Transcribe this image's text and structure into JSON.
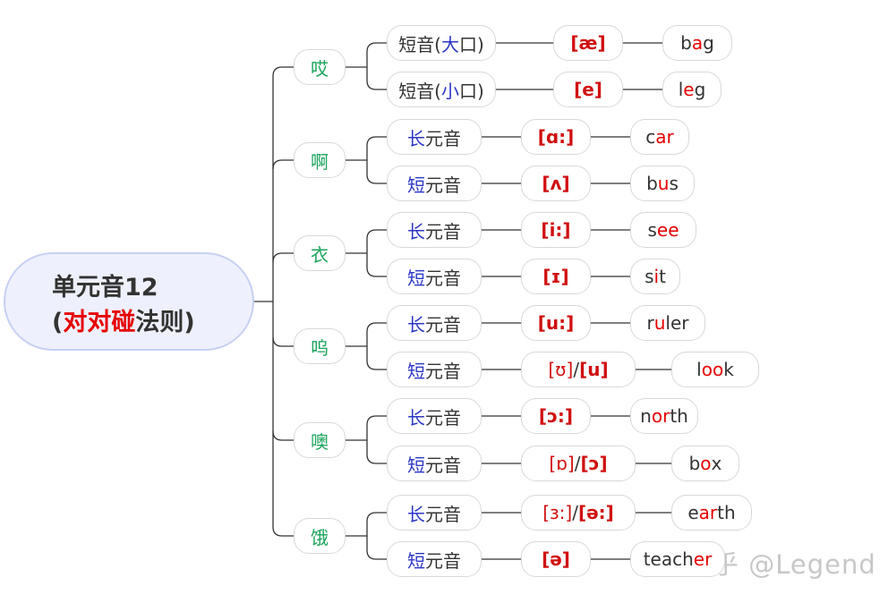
{
  "root": {
    "line1": "单元音12",
    "paren_open": "(",
    "highlight": "对对碰",
    "suffix": "法则)"
  },
  "categories": [
    {
      "name": "哎",
      "rows": [
        {
          "type_pre": "短音(",
          "type_color": "大",
          "type_post": "口)",
          "phon": [
            {
              "t": "[æ]",
              "b": true
            }
          ],
          "word": [
            {
              "t": "b"
            },
            {
              "t": "a",
              "r": true
            },
            {
              "t": "g"
            }
          ]
        },
        {
          "type_pre": "短音(",
          "type_color": "小",
          "type_post": "口)",
          "phon": [
            {
              "t": "[e]",
              "b": true
            }
          ],
          "word": [
            {
              "t": "l"
            },
            {
              "t": "e",
              "r": true
            },
            {
              "t": "g"
            }
          ]
        }
      ]
    },
    {
      "name": "啊",
      "rows": [
        {
          "type_pre": "",
          "type_color": "长",
          "type_post": "元音",
          "phon": [
            {
              "t": "[ɑ:]",
              "b": true
            }
          ],
          "word": [
            {
              "t": "c"
            },
            {
              "t": "ar",
              "r": true
            }
          ]
        },
        {
          "type_pre": "",
          "type_color": "短",
          "type_post": "元音",
          "phon": [
            {
              "t": "[ʌ]",
              "b": true
            }
          ],
          "word": [
            {
              "t": "b"
            },
            {
              "t": "u",
              "r": true
            },
            {
              "t": "s"
            }
          ]
        }
      ]
    },
    {
      "name": "衣",
      "rows": [
        {
          "type_pre": "",
          "type_color": "长",
          "type_post": "元音",
          "phon": [
            {
              "t": "[i:]",
              "b": true
            }
          ],
          "word": [
            {
              "t": "s"
            },
            {
              "t": "ee",
              "r": true
            }
          ]
        },
        {
          "type_pre": "",
          "type_color": "短",
          "type_post": "元音",
          "phon": [
            {
              "t": "[ɪ]",
              "b": true
            }
          ],
          "word": [
            {
              "t": "s"
            },
            {
              "t": "i",
              "r": true
            },
            {
              "t": "t"
            }
          ]
        }
      ]
    },
    {
      "name": "呜",
      "rows": [
        {
          "type_pre": "",
          "type_color": "长",
          "type_post": "元音",
          "phon": [
            {
              "t": "[u:]",
              "b": true
            }
          ],
          "word": [
            {
              "t": "r"
            },
            {
              "t": "u",
              "r": true
            },
            {
              "t": "ler"
            }
          ]
        },
        {
          "type_pre": "",
          "type_color": "短",
          "type_post": "元音",
          "phon": [
            {
              "t": "[ʊ]",
              "b": false
            },
            {
              "t": " / ",
              "sep": true
            },
            {
              "t": "[u]",
              "b": true
            }
          ],
          "word": [
            {
              "t": "l"
            },
            {
              "t": "oo",
              "r": true
            },
            {
              "t": "k"
            }
          ]
        }
      ]
    },
    {
      "name": "噢",
      "rows": [
        {
          "type_pre": "",
          "type_color": "长",
          "type_post": "元音",
          "phon": [
            {
              "t": "[ɔ:]",
              "b": true
            }
          ],
          "word": [
            {
              "t": "n"
            },
            {
              "t": "or",
              "r": true
            },
            {
              "t": "th"
            }
          ]
        },
        {
          "type_pre": "",
          "type_color": "短",
          "type_post": "元音",
          "phon": [
            {
              "t": "[ɒ]",
              "b": false
            },
            {
              "t": " / ",
              "sep": true
            },
            {
              "t": "[ɔ]",
              "b": true
            }
          ],
          "word": [
            {
              "t": "b"
            },
            {
              "t": "o",
              "r": true
            },
            {
              "t": "x"
            }
          ]
        }
      ]
    },
    {
      "name": "饿",
      "rows": [
        {
          "type_pre": "",
          "type_color": "长",
          "type_post": "元音",
          "phon": [
            {
              "t": "[ɜ:]",
              "b": false
            },
            {
              "t": " / ",
              "sep": true
            },
            {
              "t": "[ə:]",
              "b": true
            }
          ],
          "word": [
            {
              "t": "e"
            },
            {
              "t": "ar",
              "r": true
            },
            {
              "t": "th"
            }
          ]
        },
        {
          "type_pre": "",
          "type_color": "短",
          "type_post": "元音",
          "phon": [
            {
              "t": "[ə]",
              "b": true
            }
          ],
          "word": [
            {
              "t": "teach"
            },
            {
              "t": "er",
              "r": true
            }
          ]
        }
      ]
    }
  ],
  "watermark": "知乎 @Legend"
}
